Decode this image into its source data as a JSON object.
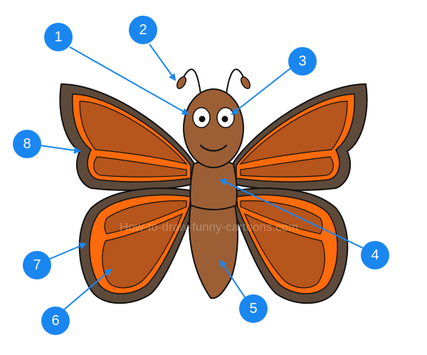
{
  "watermark": "How-to-draw-funny-cartoons.com",
  "colors": {
    "outline": "#111111",
    "wing_border": "#5d4a3a",
    "wing_orange": "#ff6a0a",
    "wing_fill": "#b6551c",
    "body": "#9c5f35",
    "callout": "#1a86f0",
    "arrow": "#1a86f0"
  },
  "callouts": [
    {
      "label": "1",
      "target": "eye-left"
    },
    {
      "label": "2",
      "target": "antenna-tip-left"
    },
    {
      "label": "3",
      "target": "eye-right"
    },
    {
      "label": "4",
      "target": "thorax"
    },
    {
      "label": "5",
      "target": "abdomen"
    },
    {
      "label": "6",
      "target": "lower-wing-fill"
    },
    {
      "label": "7",
      "target": "lower-wing-border"
    },
    {
      "label": "8",
      "target": "upper-wing-border"
    }
  ]
}
